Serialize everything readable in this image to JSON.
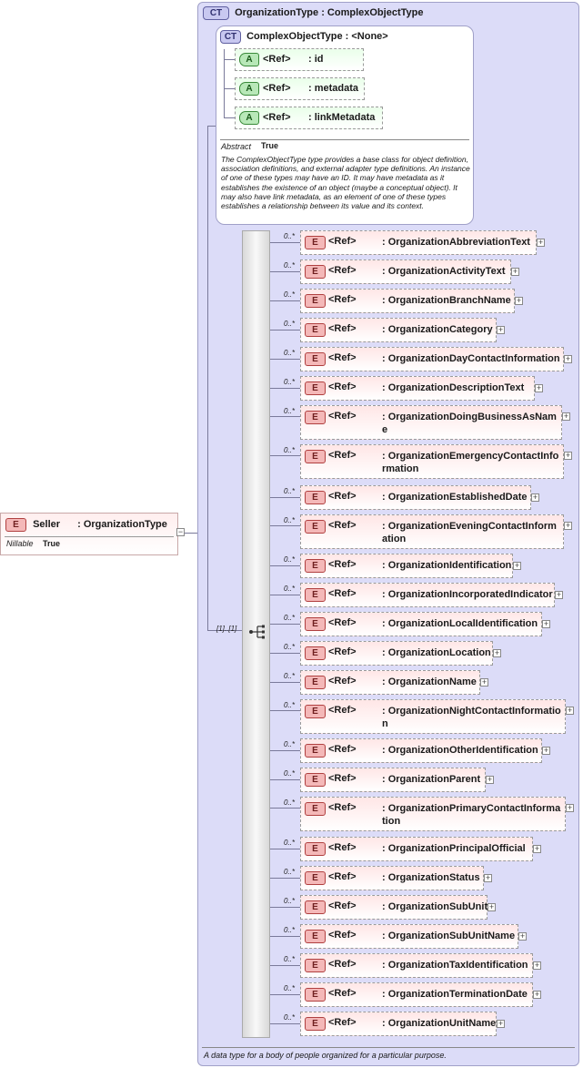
{
  "seller": {
    "badge": "E",
    "name": "Seller",
    "type": ": OrganizationType",
    "nillable_label": "Nillable",
    "nillable_value": "True"
  },
  "organization_type": {
    "badge": "CT",
    "title": "OrganizationType : ComplexObjectType",
    "description": "A data type for a body of people organized for a particular purpose."
  },
  "complex_object_type": {
    "badge": "CT",
    "title": "ComplexObjectType : <None>",
    "abstract_label": "Abstract",
    "abstract_value": "True",
    "description": "The ComplexObjectType type provides a base class for object definition, association definitions, and external adapter type definitions. An instance of one of these types may have an ID. It may have metadata as it establishes the existence of an object (maybe a conceptual object). It may also have link metadata, as an element of one of these types establishes a relationship between its value and its context.",
    "attributes": [
      {
        "badge": "A",
        "ref": "<Ref>",
        "name": ": id"
      },
      {
        "badge": "A",
        "ref": "<Ref>",
        "name": ": metadata"
      },
      {
        "badge": "A",
        "ref": "<Ref>",
        "name": ": linkMetadata"
      }
    ]
  },
  "sequence": {
    "cardinality": "[1]..[1]"
  },
  "elements": [
    {
      "badge": "E",
      "ref": "<Ref>",
      "name": ": OrganizationAbbreviationText",
      "card": "0..*"
    },
    {
      "badge": "E",
      "ref": "<Ref>",
      "name": ": OrganizationActivityText",
      "card": "0..*"
    },
    {
      "badge": "E",
      "ref": "<Ref>",
      "name": ": OrganizationBranchName",
      "card": "0..*"
    },
    {
      "badge": "E",
      "ref": "<Ref>",
      "name": ": OrganizationCategory",
      "card": "0..*"
    },
    {
      "badge": "E",
      "ref": "<Ref>",
      "name": ": OrganizationDayContactInformation",
      "card": "0..*"
    },
    {
      "badge": "E",
      "ref": "<Ref>",
      "name": ": OrganizationDescriptionText",
      "card": "0..*"
    },
    {
      "badge": "E",
      "ref": "<Ref>",
      "name": ": OrganizationDoingBusinessAsName",
      "card": "0..*"
    },
    {
      "badge": "E",
      "ref": "<Ref>",
      "name": ": OrganizationEmergencyContactInformation",
      "card": "0..*"
    },
    {
      "badge": "E",
      "ref": "<Ref>",
      "name": ": OrganizationEstablishedDate",
      "card": "0..*"
    },
    {
      "badge": "E",
      "ref": "<Ref>",
      "name": ": OrganizationEveningContactInformation",
      "card": "0..*"
    },
    {
      "badge": "E",
      "ref": "<Ref>",
      "name": ": OrganizationIdentification",
      "card": "0..*"
    },
    {
      "badge": "E",
      "ref": "<Ref>",
      "name": ": OrganizationIncorporatedIndicator",
      "card": "0..*"
    },
    {
      "badge": "E",
      "ref": "<Ref>",
      "name": ": OrganizationLocalIdentification",
      "card": "0..*"
    },
    {
      "badge": "E",
      "ref": "<Ref>",
      "name": ": OrganizationLocation",
      "card": "0..*"
    },
    {
      "badge": "E",
      "ref": "<Ref>",
      "name": ": OrganizationName",
      "card": "0..*"
    },
    {
      "badge": "E",
      "ref": "<Ref>",
      "name": ": OrganizationNightContactInformation",
      "card": "0..*"
    },
    {
      "badge": "E",
      "ref": "<Ref>",
      "name": ": OrganizationOtherIdentification",
      "card": "0..*"
    },
    {
      "badge": "E",
      "ref": "<Ref>",
      "name": ": OrganizationParent",
      "card": "0..*"
    },
    {
      "badge": "E",
      "ref": "<Ref>",
      "name": ": OrganizationPrimaryContactInformation",
      "card": "0..*"
    },
    {
      "badge": "E",
      "ref": "<Ref>",
      "name": ": OrganizationPrincipalOfficial",
      "card": "0..*"
    },
    {
      "badge": "E",
      "ref": "<Ref>",
      "name": ": OrganizationStatus",
      "card": "0..*"
    },
    {
      "badge": "E",
      "ref": "<Ref>",
      "name": ": OrganizationSubUnit",
      "card": "0..*"
    },
    {
      "badge": "E",
      "ref": "<Ref>",
      "name": ": OrganizationSubUnitName",
      "card": "0..*"
    },
    {
      "badge": "E",
      "ref": "<Ref>",
      "name": ": OrganizationTaxIdentification",
      "card": "0..*"
    },
    {
      "badge": "E",
      "ref": "<Ref>",
      "name": ": OrganizationTerminationDate",
      "card": "0..*"
    },
    {
      "badge": "E",
      "ref": "<Ref>",
      "name": ": OrganizationUnitName",
      "card": "0..*"
    }
  ],
  "expander_symbol": "+",
  "collapse_symbol": "−"
}
